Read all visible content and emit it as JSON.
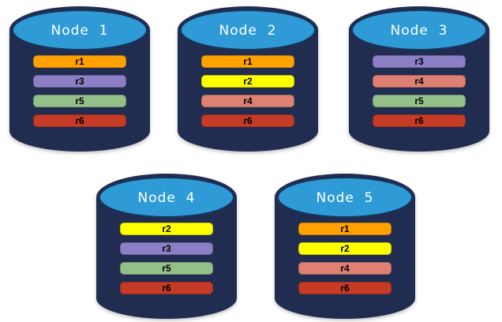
{
  "colors": {
    "body": "#202C50",
    "cap": "#2F9BD6",
    "cap_border": "#17375E",
    "title_text": "#FFFFFF",
    "bar_text": "#000000",
    "replicas": {
      "r1": "#FFA200",
      "r2": "#FFFF00",
      "r3": "#8C7FC6",
      "r4": "#DE8172",
      "r5": "#93C088",
      "r6": "#C53B26"
    }
  },
  "nodes": [
    {
      "label": "Node  1",
      "replicas": [
        "r1",
        "r3",
        "r5",
        "r6"
      ]
    },
    {
      "label": "Node  2",
      "replicas": [
        "r1",
        "r2",
        "r4",
        "r6"
      ]
    },
    {
      "label": "Node  3",
      "replicas": [
        "r3",
        "r4",
        "r5",
        "r6"
      ]
    },
    {
      "label": "Node  4",
      "replicas": [
        "r2",
        "r3",
        "r5",
        "r6"
      ]
    },
    {
      "label": "Node  5",
      "replicas": [
        "r1",
        "r2",
        "r4",
        "r6"
      ]
    }
  ]
}
